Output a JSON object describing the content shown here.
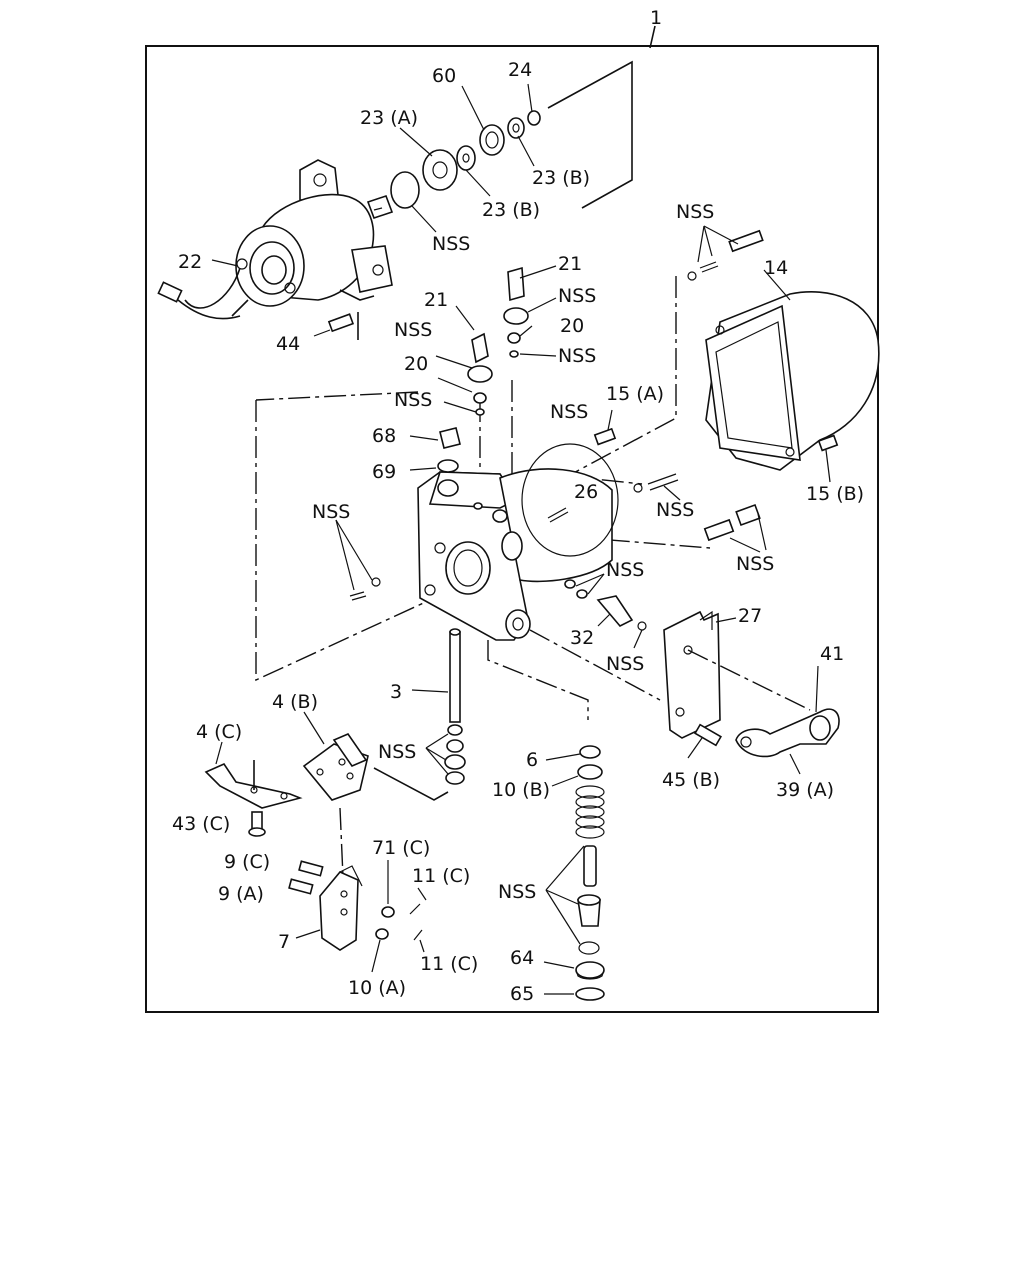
{
  "labels": {
    "l1": "1",
    "l24": "24",
    "l60": "60",
    "l23a": "23 (A)",
    "l23b1": "23 (B)",
    "l23b2": "23 (B)",
    "nss1": "NSS",
    "l22": "22",
    "l44": "44",
    "nss2": "NSS",
    "l14": "14",
    "l21a": "21",
    "l21b": "21",
    "nss3": "NSS",
    "l20a": "20",
    "nss4": "NSS",
    "nss5": "NSS",
    "l20b": "20",
    "nss6": "NSS",
    "nss7": "NSS",
    "l15a": "15 (A)",
    "l68": "68",
    "l69": "69",
    "l26": "26",
    "nss8": "NSS",
    "l15b": "15 (B)",
    "nss9": "NSS",
    "nss10": "NSS",
    "nss11": "NSS",
    "l27": "27",
    "l32": "32",
    "nss12": "NSS",
    "l41": "41",
    "l3": "3",
    "l4b": "4 (B)",
    "l4c": "4 (C)",
    "nss13": "NSS",
    "l6": "6",
    "l10b": "10 (B)",
    "l45b": "45 (B)",
    "l39a": "39 (A)",
    "l43c": "43 (C)",
    "l9c": "9 (C)",
    "l71c": "71 (C)",
    "l11c1": "11 (C)",
    "l9a": "9 (A)",
    "nss14": "NSS",
    "l7": "7",
    "l11c2": "11 (C)",
    "l10a": "10 (A)",
    "l64": "64",
    "l65": "65"
  }
}
